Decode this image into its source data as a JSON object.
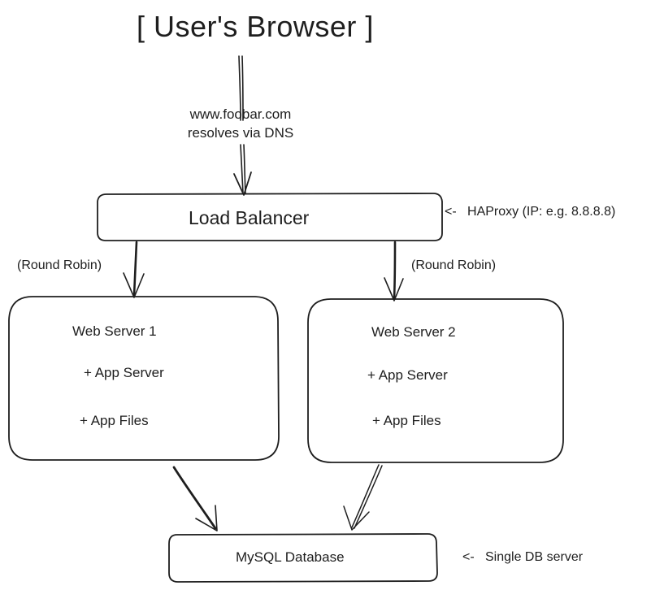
{
  "diagram": {
    "title": "[ User's Browser ]",
    "dns_line1": "www.foobar.com",
    "dns_line2": "resolves via DNS",
    "load_balancer": {
      "label": "Load Balancer",
      "note": "<-   HAProxy (IP: e.g. 8.8.8.8)"
    },
    "left_edge_label": "(Round Robin)",
    "right_edge_label": "(Round Robin)",
    "web_server_1": {
      "title": "Web Server 1",
      "app_server": "+ App Server",
      "app_files": "+ App Files"
    },
    "web_server_2": {
      "title": "Web Server 2",
      "app_server": "+ App Server",
      "app_files": "+ App Files"
    },
    "database": {
      "label": "MySQL Database",
      "note": "<-   Single DB server"
    }
  },
  "colors": {
    "stroke": "#1e1e1e",
    "background": "#ffffff"
  }
}
